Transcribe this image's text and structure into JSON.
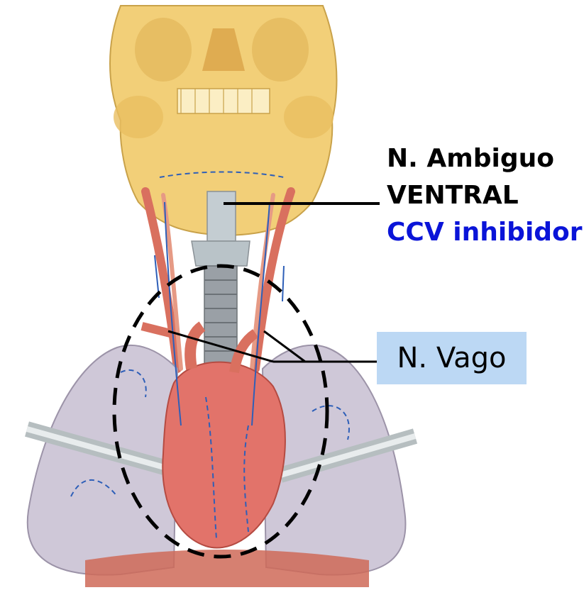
{
  "labels": {
    "nucleus_name": "N. Ambiguo",
    "nucleus_position": "VENTRAL",
    "function": "CCV inhibidor",
    "nerve": "N. Vago"
  },
  "colors": {
    "text": "#000000",
    "function_text": "#0a14d8",
    "nerve_box": "#bcd8f4",
    "skull": "#f2cf78",
    "lung": "#cfc8d8",
    "heart": "#e2736a",
    "artery": "#d9705f",
    "trachea": "#9aa0a6",
    "nerve_dashes": "#2e5fb8",
    "pointer_line": "#000000"
  },
  "icons": {
    "illustration": "skull-neck-thorax-anatomy-illustration",
    "region_marker": "dashed-ellipse-cardiac-region"
  }
}
